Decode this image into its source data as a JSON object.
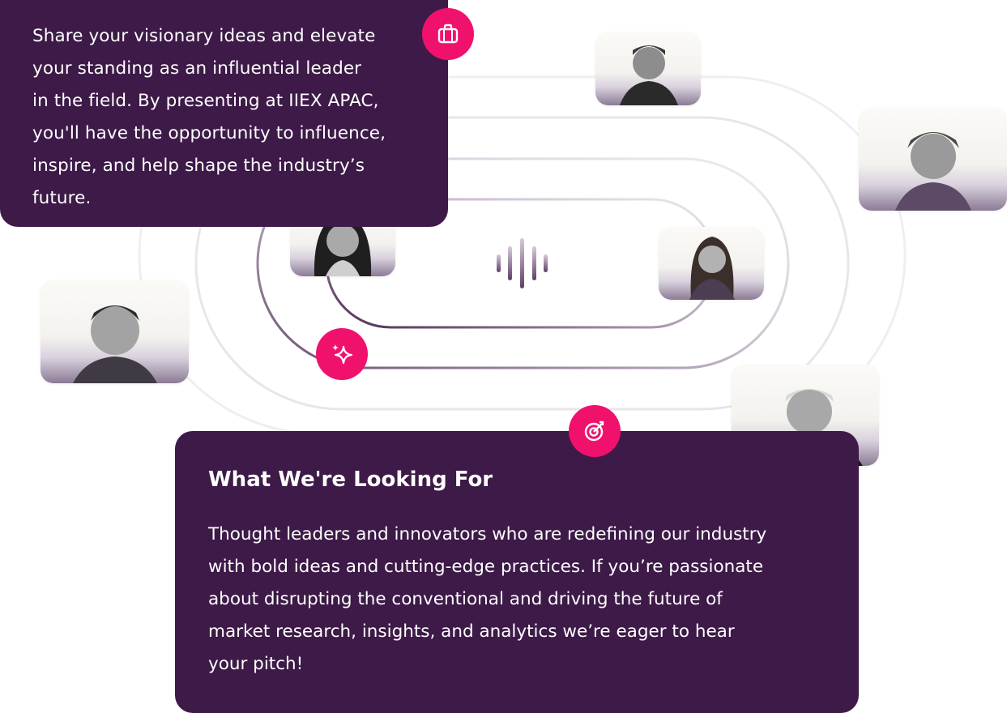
{
  "intro": {
    "text": "Share your visionary ideas and elevate\nyour standing as an influential leader\nin the field. By presenting at IIEX APAC,\nyou'll have the opportunity to influence,\ninspire, and help shape the industry’s\nfuture."
  },
  "looking_for": {
    "heading": "What We're Looking For",
    "body": "Thought leaders and innovators who are redefining our industry\nwith bold ideas and cutting-edge practices. If you’re passionate\nabout disrupting the conventional and driving the future of\nmarket research, insights, and analytics we’re eager to hear\nyour pitch!"
  },
  "icons": {
    "briefcase": "briefcase-icon",
    "sparkle": "sparkle-icon",
    "target": "target-icon",
    "audio": "audio-wave-icon"
  },
  "colors": {
    "card_bg": "#3d1a47",
    "badge_bg": "#f0116d",
    "ring_dark": "#5a3a63",
    "ring_light": "#e8e4ea"
  }
}
